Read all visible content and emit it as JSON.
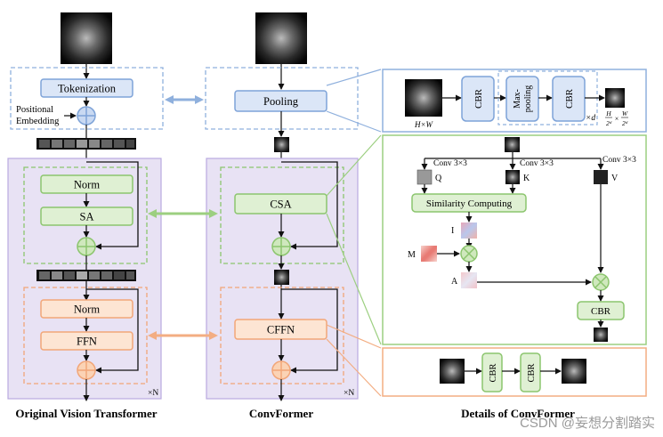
{
  "colors": {
    "blue_fill": "#dbe6f7",
    "blue_stroke": "#7ea3d8",
    "green_fill": "#dff0d3",
    "green_stroke": "#8cc56e",
    "orange_fill": "#fde5d3",
    "orange_stroke": "#f2a678",
    "purple_bg": "#e8e2f4",
    "purple_stroke": "#b9a9df"
  },
  "vit": {
    "tokenization": "Tokenization",
    "positional_embedding_line1": "Positional",
    "positional_embedding_line2": "Embedding",
    "norm1": "Norm",
    "sa": "SA",
    "norm2": "Norm",
    "ffn": "FFN",
    "repeat": "×N",
    "caption": "Original Vision Transformer"
  },
  "convformer": {
    "pooling": "Pooling",
    "csa": "CSA",
    "cffn": "CFFN",
    "repeat": "×N",
    "caption": "ConvFormer"
  },
  "details": {
    "pooling": {
      "input_label": "H×W",
      "cbr": "CBR",
      "maxpool_line1": "Max-",
      "maxpool_line2": "pooling",
      "cbr2": "CBR",
      "repeat": "×d",
      "out_h": "H",
      "out_h_den": "2ᵈ",
      "times": "×",
      "out_w": "W",
      "out_w_den": "2ᵈ"
    },
    "csa": {
      "conv_q": "Conv 3×3",
      "conv_k": "Conv 3×3",
      "conv_v": "Conv 3×3",
      "q": "Q",
      "k": "K",
      "v": "V",
      "similarity": "Similarity Computing",
      "i": "I",
      "m": "M",
      "a": "A",
      "cbr": "CBR"
    },
    "cffn": {
      "cbr1": "CBR",
      "cbr2": "CBR"
    },
    "caption": "Details of ConvFormer"
  },
  "watermark": "CSDN @妄想分割踏实"
}
